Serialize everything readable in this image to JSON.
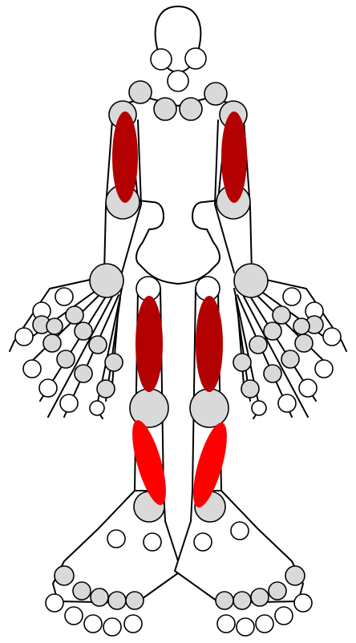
{
  "figure": {
    "kind": "human body segment diagram",
    "text": ""
  },
  "colors": {
    "background": "#ffffff",
    "outline": "#000000",
    "joint_light": "#ffffff",
    "joint_gray": "#d9d9d9",
    "segment_dark": "#b30000",
    "segment_bright": "#ff0000"
  },
  "highlighted_segments": [
    {
      "name": "right-upper-arm",
      "shade": "dark"
    },
    {
      "name": "left-upper-arm",
      "shade": "dark"
    },
    {
      "name": "right-thigh",
      "shade": "dark"
    },
    {
      "name": "left-thigh",
      "shade": "dark"
    },
    {
      "name": "right-shin",
      "shade": "bright"
    },
    {
      "name": "left-shin",
      "shade": "bright"
    }
  ]
}
